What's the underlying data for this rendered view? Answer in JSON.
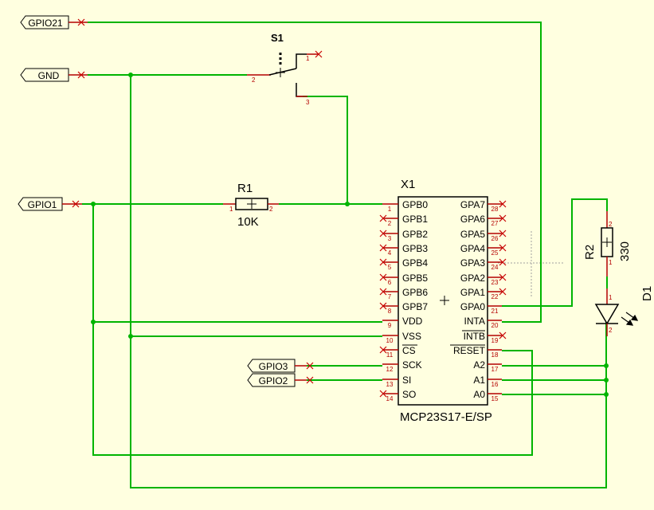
{
  "colors": {
    "background": "#ffffe0",
    "wire": "#00b400",
    "pin": "#b40000",
    "unconnected": "#c80000",
    "body": "#000000",
    "text": "#000000",
    "guide": "#a0a0a0"
  },
  "ports": {
    "gpio21": "GPIO21",
    "gnd": "GND",
    "gpio1": "GPIO1",
    "gpio3": "GPIO3",
    "gpio2": "GPIO2"
  },
  "switch": {
    "name": "S1",
    "pin1": "1",
    "pin2": "2",
    "pin3": "3"
  },
  "resistor_r1": {
    "name": "R1",
    "value": "10K",
    "pin1": "1",
    "pin2": "2"
  },
  "resistor_r2": {
    "name": "R2",
    "value": "330",
    "pin1": "1",
    "pin2": "2"
  },
  "led": {
    "name": "D1",
    "pin1": "1",
    "pin2": "2"
  },
  "chip": {
    "name": "X1",
    "part": "MCP23S17-E/SP",
    "left_pins": [
      {
        "num": "1",
        "label": "GPB0"
      },
      {
        "num": "2",
        "label": "GPB1"
      },
      {
        "num": "3",
        "label": "GPB2"
      },
      {
        "num": "4",
        "label": "GPB3"
      },
      {
        "num": "5",
        "label": "GPB4"
      },
      {
        "num": "6",
        "label": "GPB5"
      },
      {
        "num": "7",
        "label": "GPB6"
      },
      {
        "num": "8",
        "label": "GPB7"
      },
      {
        "num": "9",
        "label": "VDD"
      },
      {
        "num": "10",
        "label": "VSS"
      },
      {
        "num": "11",
        "label": "CS"
      },
      {
        "num": "12",
        "label": "SCK"
      },
      {
        "num": "13",
        "label": "SI"
      },
      {
        "num": "14",
        "label": "SO"
      }
    ],
    "right_pins": [
      {
        "num": "28",
        "label": "GPA7"
      },
      {
        "num": "27",
        "label": "GPA6"
      },
      {
        "num": "26",
        "label": "GPA5"
      },
      {
        "num": "25",
        "label": "GPA4"
      },
      {
        "num": "24",
        "label": "GPA3"
      },
      {
        "num": "23",
        "label": "GPA2"
      },
      {
        "num": "22",
        "label": "GPA1"
      },
      {
        "num": "21",
        "label": "GPA0"
      },
      {
        "num": "20",
        "label": "INTA"
      },
      {
        "num": "19",
        "label": "INTB"
      },
      {
        "num": "18",
        "label": "RESET"
      },
      {
        "num": "17",
        "label": "A2"
      },
      {
        "num": "16",
        "label": "A1"
      },
      {
        "num": "15",
        "label": "A0"
      }
    ]
  }
}
